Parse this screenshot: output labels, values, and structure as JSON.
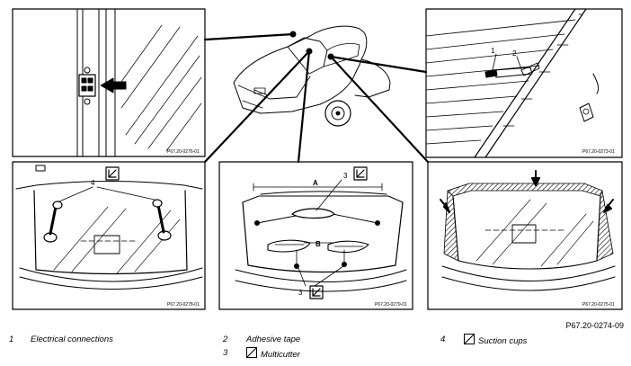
{
  "figure": {
    "reference": "P67.20-0274-09",
    "panel_codes": {
      "top_left": "P67.20-0276-01",
      "top_right": "P67.20-0273-01",
      "bottom_left": "P67.20-0278-01",
      "bottom_center": "P67.20-0279-01",
      "bottom_right": "P67.20-0275-01"
    },
    "callouts": {
      "one": "1",
      "two": "2",
      "three": "3",
      "four": "4",
      "a": "A",
      "b": "B"
    }
  },
  "legend": [
    {
      "num": "1",
      "label": "Electrical connections",
      "symbol": false
    },
    {
      "num": "2",
      "label": "Adhesive tape",
      "symbol": false
    },
    {
      "num": "3",
      "label": "Multicutter",
      "symbol": true
    },
    {
      "num": "4",
      "label": "Suction cups",
      "symbol": true
    }
  ],
  "colors": {
    "line": "#000000",
    "background": "#ffffff"
  }
}
